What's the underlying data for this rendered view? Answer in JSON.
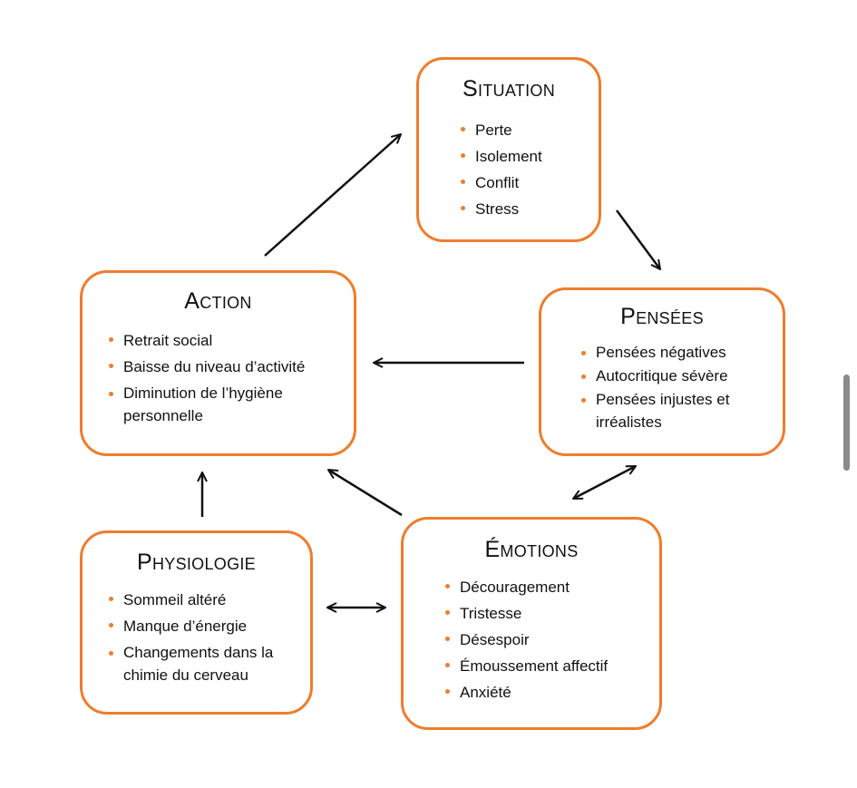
{
  "diagram": {
    "situation": {
      "title": "Situation",
      "items": [
        "Perte",
        "Isolement",
        "Conflit",
        "Stress"
      ]
    },
    "pensees": {
      "title": "Pensées",
      "items": [
        "Pensées négatives",
        "Autocritique sévère",
        "Pensées injustes et irréalistes"
      ]
    },
    "action": {
      "title": "Action",
      "items": [
        "Retrait social",
        "Baisse du niveau d’activité",
        "Diminution de l’hygiène personnelle"
      ]
    },
    "emotions": {
      "title": "Émotions",
      "items": [
        "Découragement",
        "Tristesse",
        "Désespoir",
        "Émoussement affectif",
        "Anxiété"
      ]
    },
    "physiologie": {
      "title": "Physiologie",
      "items": [
        "Sommeil altéré",
        "Manque d’énergie",
        "Changements dans la chimie du cerveau"
      ]
    },
    "colors": {
      "box_border": "#ee7d2c",
      "bullet": "#ee7d2c",
      "arrow": "#111111",
      "text": "#111111"
    },
    "arrows": [
      {
        "from": "action",
        "to": "situation",
        "direction": "one-way"
      },
      {
        "from": "situation",
        "to": "pensees",
        "direction": "one-way"
      },
      {
        "from": "pensees",
        "to": "action",
        "direction": "one-way"
      },
      {
        "from": "pensees",
        "to": "emotions",
        "direction": "two-way"
      },
      {
        "from": "emotions",
        "to": "action",
        "direction": "one-way"
      },
      {
        "from": "physiologie",
        "to": "action",
        "direction": "one-way"
      },
      {
        "from": "physiologie",
        "to": "emotions",
        "direction": "two-way"
      }
    ]
  }
}
